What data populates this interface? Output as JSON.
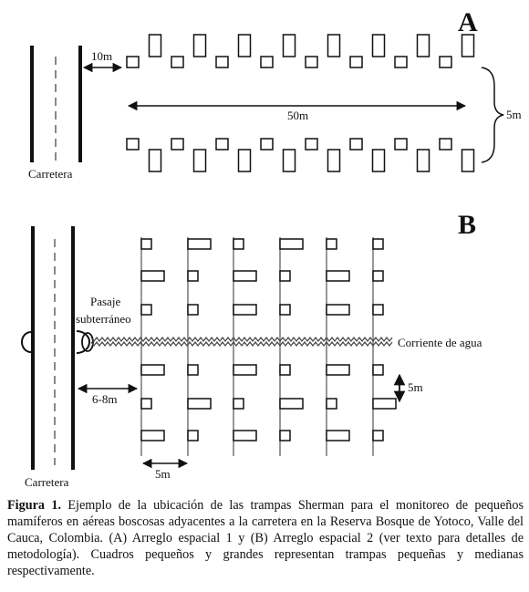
{
  "panel_a": {
    "label": "A",
    "road_label": "Carretera",
    "spacing_label": "10m",
    "length_label": "50m",
    "row_gap_label": "5m"
  },
  "panel_b": {
    "label": "B",
    "road_label": "Carretera",
    "underpass_label_1": "Pasaje",
    "underpass_label_2": "subterráneo",
    "stream_label": "Corriente de agua",
    "road_distance_label": "6-8m",
    "vertical_spacing_label": "5m",
    "line_spacing_label": "5m"
  },
  "caption": {
    "title": "Figura 1.",
    "text": " Ejemplo de la ubicación de las trampas Sherman para el monitoreo de pequeños mamíferos en aéreas boscosas adyacentes a la carretera en la Reserva Bosque de Yotoco, Valle del Cauca, Colombia. (A) Arreglo espacial 1 y (B) Arreglo espacial 2 (ver texto para detalles de metodología). Cuadros pequeños y grandes representan trampas pequeñas y medianas respectivamente."
  }
}
